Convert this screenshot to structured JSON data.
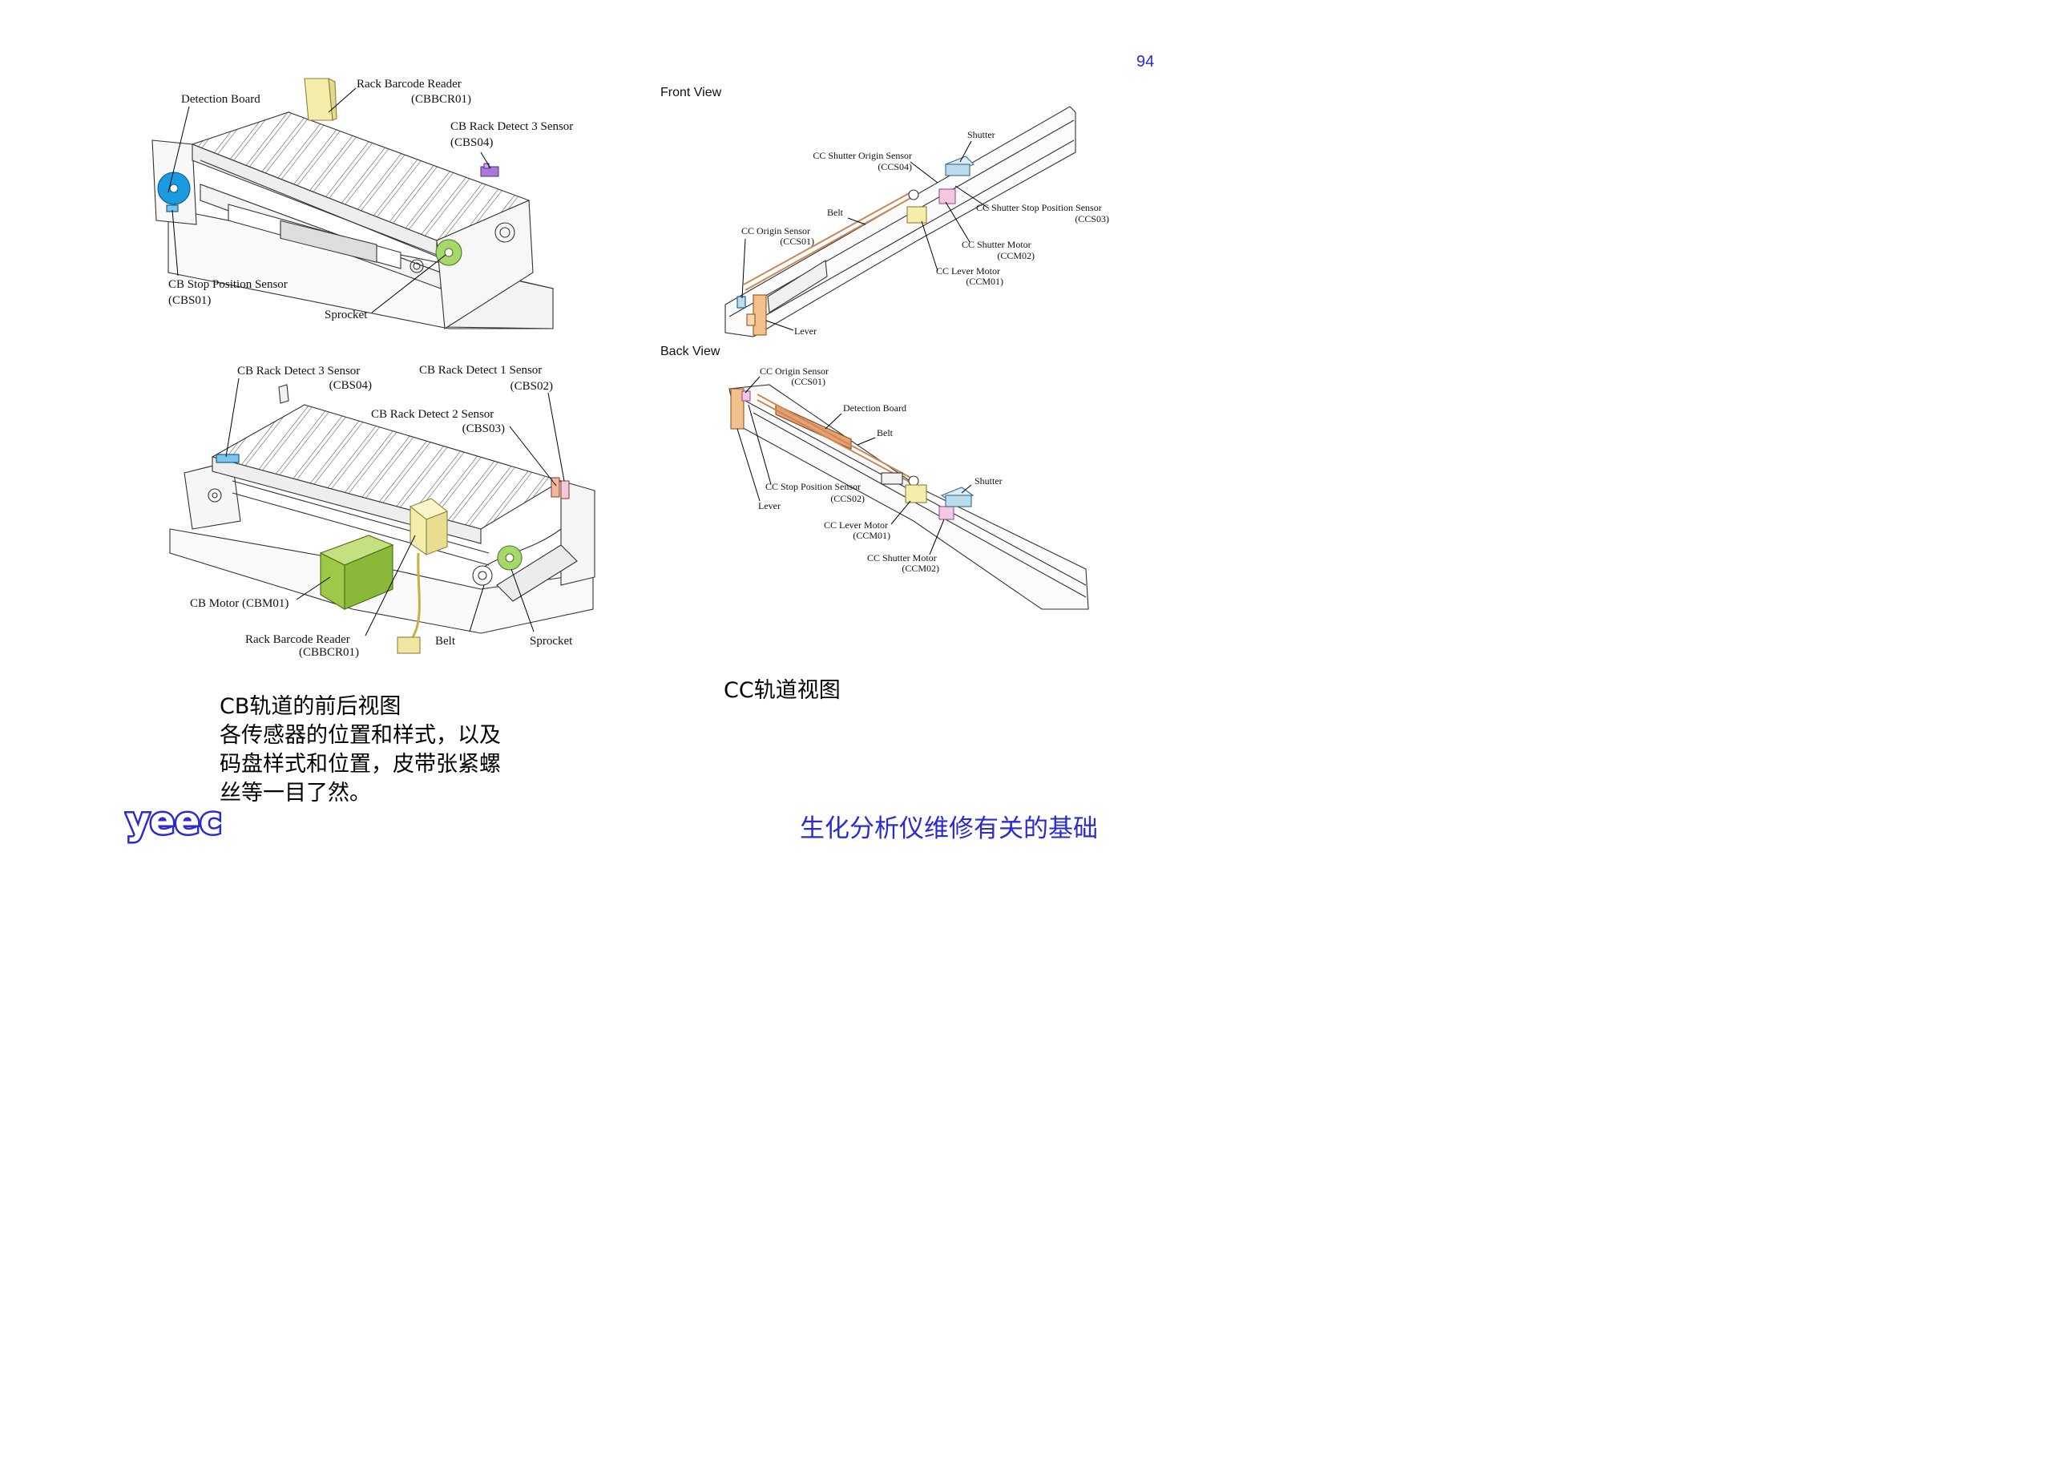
{
  "page_number": "94",
  "cb_front": {
    "labels": {
      "detection_board": "Detection Board",
      "rack_barcode_reader": "Rack Barcode Reader",
      "rack_barcode_reader_code": "(CBBCR01)",
      "rack_detect3": "CB Rack Detect 3 Sensor",
      "rack_detect3_code": "(CBS04)",
      "stop_position": "CB Stop Position Sensor",
      "stop_position_code": "(CBS01)",
      "sprocket": "Sprocket"
    }
  },
  "cb_back": {
    "labels": {
      "rack_detect3": "CB Rack Detect 3 Sensor",
      "rack_detect3_code": "(CBS04)",
      "rack_detect1": "CB Rack Detect 1 Sensor",
      "rack_detect1_code": "(CBS02)",
      "rack_detect2": "CB Rack Detect 2 Sensor",
      "rack_detect2_code": "(CBS03)",
      "motor": "CB Motor  (CBM01)",
      "rack_barcode_reader": "Rack Barcode Reader",
      "rack_barcode_reader_code": "(CBBCR01)",
      "belt": "Belt",
      "sprocket": "Sprocket"
    }
  },
  "cc_front": {
    "title": "Front View",
    "labels": {
      "shutter": "Shutter",
      "shutter_origin": "CC Shutter Origin Sensor",
      "shutter_origin_code": "(CCS04)",
      "shutter_stop": "CC Shutter Stop Position Sensor",
      "shutter_stop_code": "(CCS03)",
      "belt": "Belt",
      "origin": "CC Origin Sensor",
      "origin_code": "(CCS01)",
      "shutter_motor": "CC Shutter Motor",
      "shutter_motor_code": "(CCM02)",
      "lever_motor": "CC Lever Motor",
      "lever_motor_code": "(CCM01)",
      "lever": "Lever"
    }
  },
  "cc_back": {
    "title": "Back View",
    "labels": {
      "origin": "CC Origin Sensor",
      "origin_code": "(CCS01)",
      "detection_board": "Detection Board",
      "belt": "Belt",
      "shutter": "Shutter",
      "stop_position": "CC Stop Position Sensor",
      "stop_position_code": "(CCS02)",
      "lever": "Lever",
      "lever_motor": "CC Lever Motor",
      "lever_motor_code": "(CCM01)",
      "shutter_motor": "CC Shutter Motor",
      "shutter_motor_code": "(CCM02)"
    }
  },
  "captions": {
    "cb_lines": [
      "CB轨道的前后视图",
      "各传感器的位置和样式，以及",
      "码盘样式和位置，皮带张紧螺",
      "丝等一目了然。"
    ],
    "cc": "CC轨道视图"
  },
  "footer": {
    "logo_text": "yeec",
    "title": "生化分析仪维修有关的基础"
  },
  "colors": {
    "accent_blue": "#2b2bd0",
    "sensor_blue": "#1a9be0",
    "reader_yellow": "#f4eeaa",
    "motor_green": "#9ec84a",
    "sprocket_green": "#a9d86a",
    "sensor_purple": "#a77ad8",
    "sensor_pink": "#f4c8e0",
    "sensor_peach": "#f0b8a0",
    "shutter_blue": "#bcdcec",
    "lever_orange": "#f2c08c",
    "board_orange": "#e8a070",
    "belt_brown": "#c9885a"
  }
}
